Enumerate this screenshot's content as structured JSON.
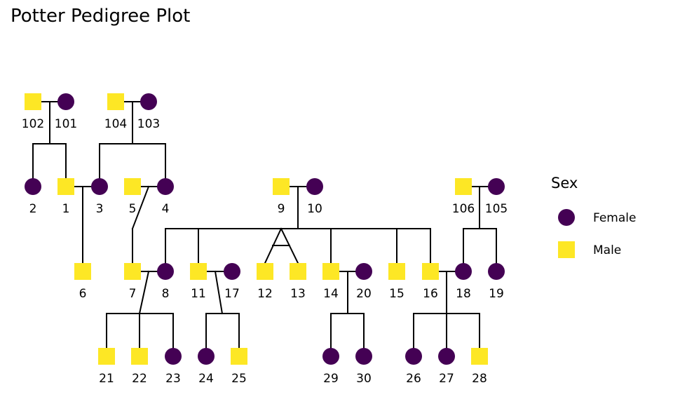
{
  "title": "Potter Pedigree Plot",
  "colors": {
    "female": "#440154",
    "male": "#FDE725"
  },
  "legend": {
    "title": "Sex",
    "items": [
      {
        "sex": "female",
        "label": "Female"
      },
      {
        "sex": "male",
        "label": "Male"
      }
    ]
  },
  "chart_data": {
    "type": "pedigree",
    "title": "Potter Pedigree Plot",
    "individuals": [
      {
        "id": "102",
        "sex": "male"
      },
      {
        "id": "101",
        "sex": "female"
      },
      {
        "id": "104",
        "sex": "male"
      },
      {
        "id": "103",
        "sex": "female"
      },
      {
        "id": "2",
        "sex": "female",
        "father": "102",
        "mother": "101"
      },
      {
        "id": "1",
        "sex": "male",
        "father": "102",
        "mother": "101"
      },
      {
        "id": "3",
        "sex": "female",
        "father": "104",
        "mother": "103"
      },
      {
        "id": "5",
        "sex": "male"
      },
      {
        "id": "4",
        "sex": "female",
        "father": "104",
        "mother": "103"
      },
      {
        "id": "9",
        "sex": "male"
      },
      {
        "id": "10",
        "sex": "female"
      },
      {
        "id": "106",
        "sex": "male"
      },
      {
        "id": "105",
        "sex": "female"
      },
      {
        "id": "6",
        "sex": "male",
        "father": "1",
        "mother": "3"
      },
      {
        "id": "7",
        "sex": "male",
        "father": "5",
        "mother": "4"
      },
      {
        "id": "8",
        "sex": "female",
        "father": "9",
        "mother": "10"
      },
      {
        "id": "11",
        "sex": "male",
        "father": "9",
        "mother": "10"
      },
      {
        "id": "17",
        "sex": "female"
      },
      {
        "id": "12",
        "sex": "male",
        "father": "9",
        "mother": "10",
        "twin": "13"
      },
      {
        "id": "13",
        "sex": "male",
        "father": "9",
        "mother": "10",
        "twin": "12"
      },
      {
        "id": "14",
        "sex": "male",
        "father": "9",
        "mother": "10"
      },
      {
        "id": "20",
        "sex": "female"
      },
      {
        "id": "15",
        "sex": "male",
        "father": "9",
        "mother": "10"
      },
      {
        "id": "16",
        "sex": "male",
        "father": "9",
        "mother": "10"
      },
      {
        "id": "18",
        "sex": "female",
        "father": "106",
        "mother": "105"
      },
      {
        "id": "19",
        "sex": "female",
        "father": "106",
        "mother": "105"
      },
      {
        "id": "21",
        "sex": "male",
        "father": "7",
        "mother": "8"
      },
      {
        "id": "22",
        "sex": "male",
        "father": "7",
        "mother": "8"
      },
      {
        "id": "23",
        "sex": "female",
        "father": "7",
        "mother": "8"
      },
      {
        "id": "24",
        "sex": "female",
        "father": "11",
        "mother": "17"
      },
      {
        "id": "25",
        "sex": "male",
        "father": "11",
        "mother": "17"
      },
      {
        "id": "29",
        "sex": "female",
        "father": "14",
        "mother": "20"
      },
      {
        "id": "30",
        "sex": "female",
        "father": "14",
        "mother": "20"
      },
      {
        "id": "26",
        "sex": "female",
        "father": "16",
        "mother": "18"
      },
      {
        "id": "27",
        "sex": "female",
        "father": "16",
        "mother": "18"
      },
      {
        "id": "28",
        "sex": "male",
        "father": "16",
        "mother": "18"
      }
    ]
  }
}
